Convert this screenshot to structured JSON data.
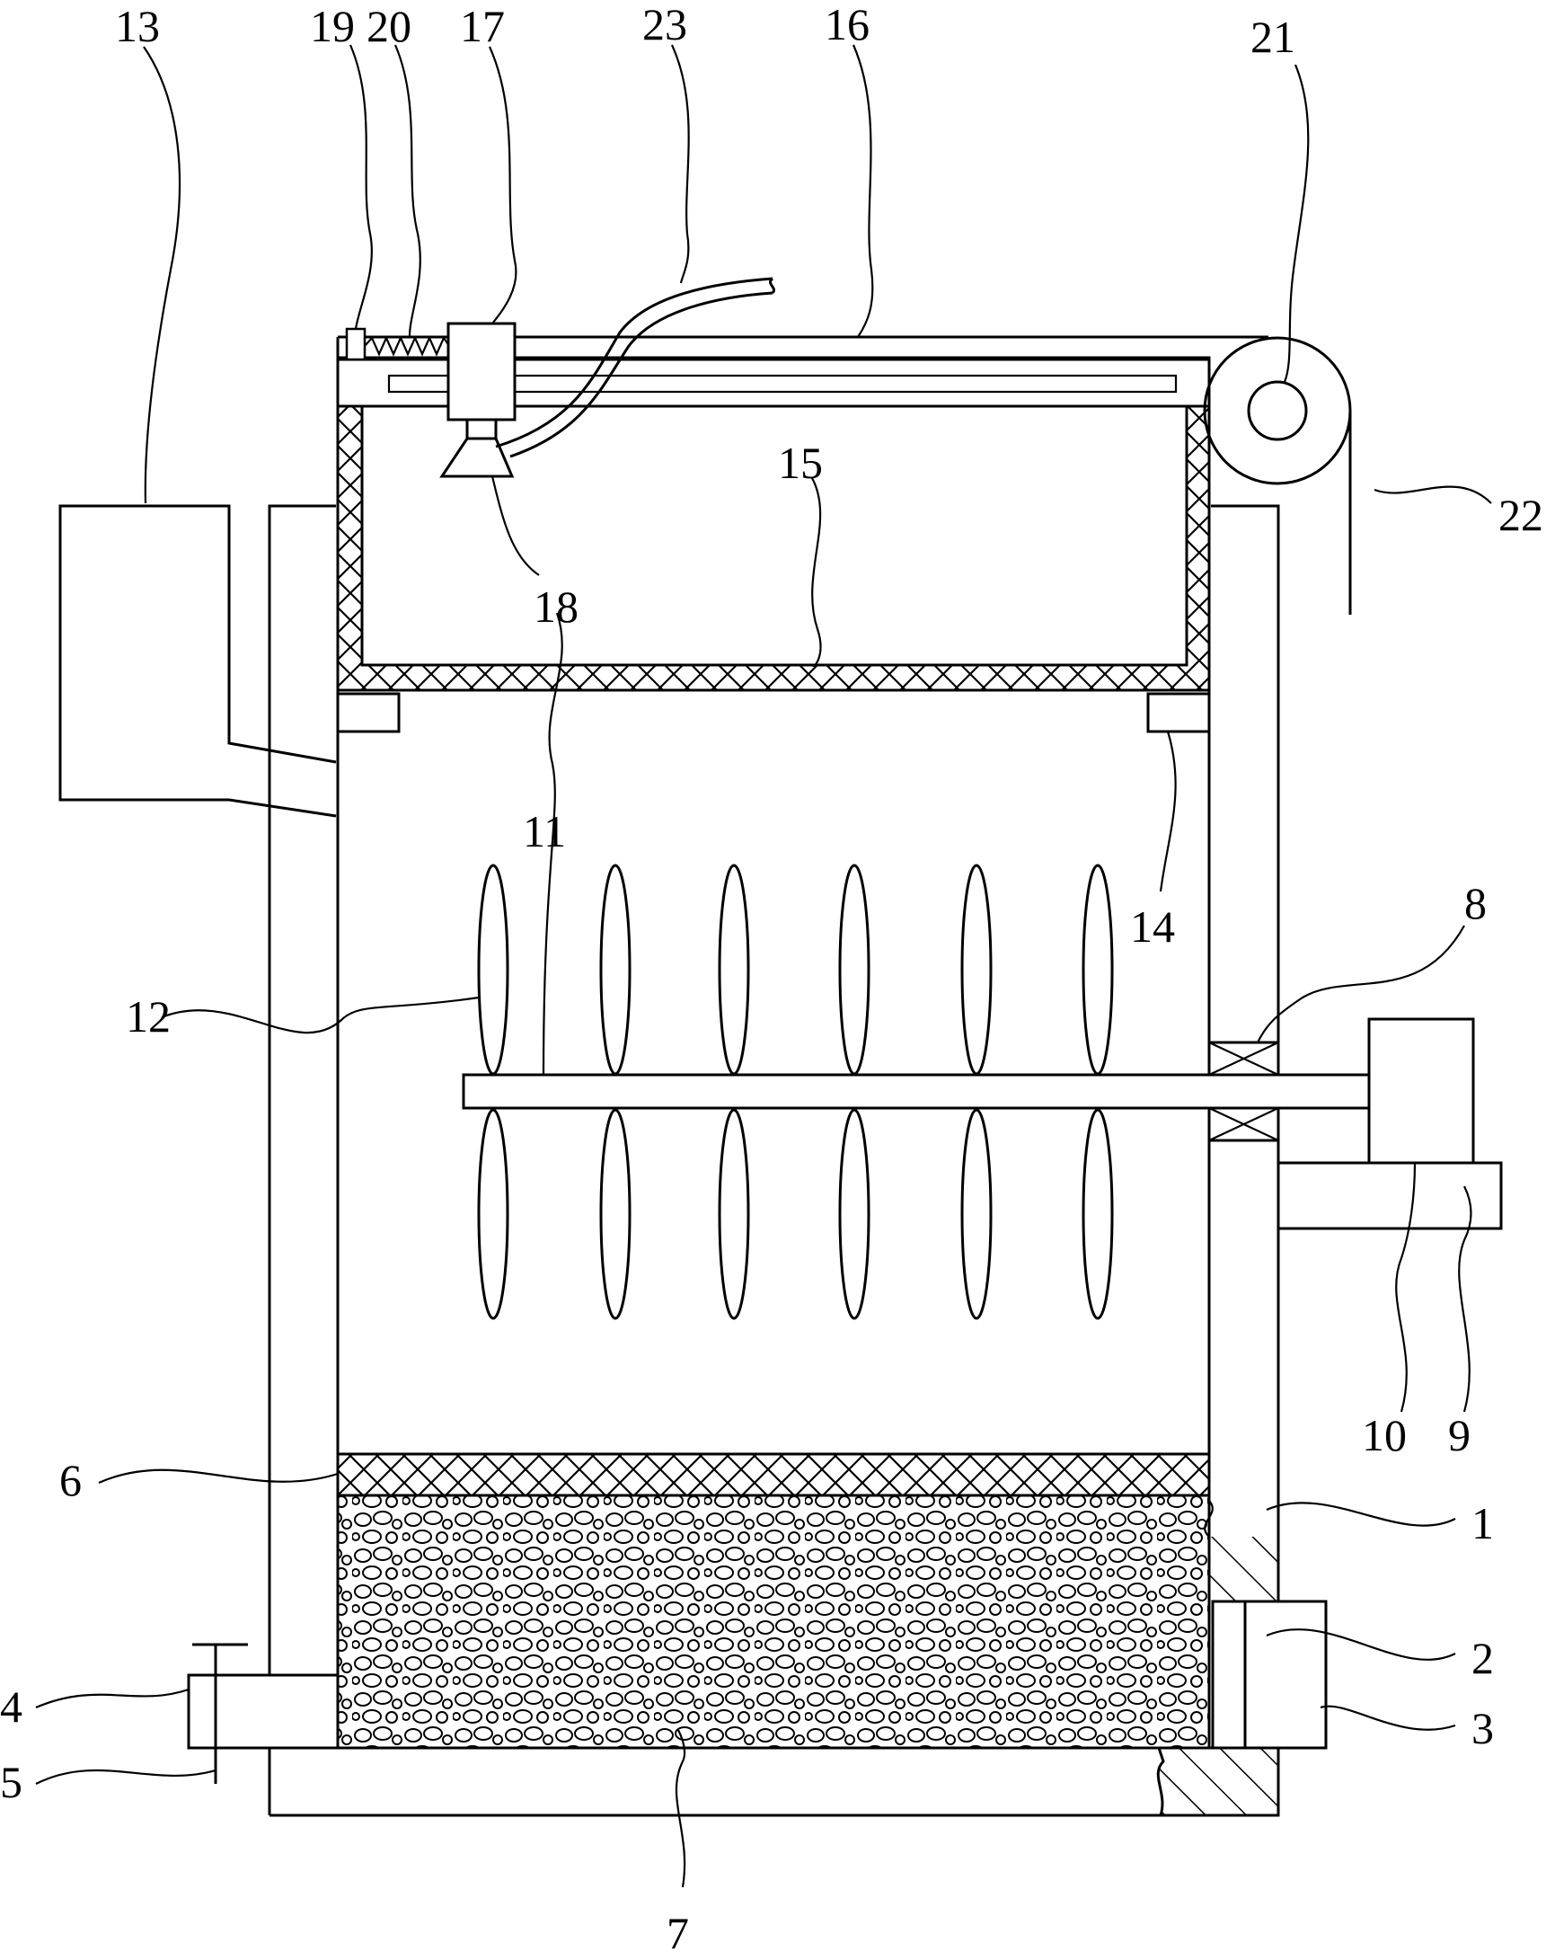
{
  "callouts": {
    "c1": "1",
    "c2": "2",
    "c3": "3",
    "c4": "4",
    "c5": "5",
    "c6": "6",
    "c7": "7",
    "c8": "8",
    "c9": "9",
    "c10": "10",
    "c11": "11",
    "c12": "12",
    "c13": "13",
    "c14": "14",
    "c15": "15",
    "c16": "16",
    "c17": "17",
    "c18": "18",
    "c19": "19",
    "c20": "20",
    "c21": "21",
    "c22": "22",
    "c23": "23"
  },
  "colors": {
    "stroke": "#000000",
    "background": "#ffffff"
  }
}
